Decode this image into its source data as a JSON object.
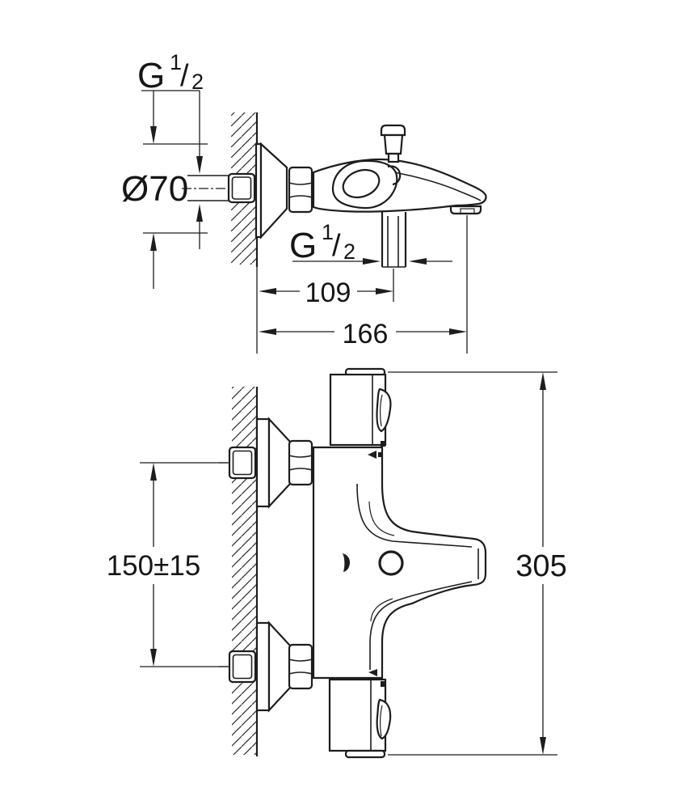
{
  "colors": {
    "line": "#1d1d1d",
    "background": "#ffffff"
  },
  "dimensions": {
    "wall_thread": {
      "prefix": "G",
      "numerator": "1",
      "slash": "/",
      "denominator": "2"
    },
    "escutcheon_diameter": "Ø70",
    "hose_thread": {
      "prefix": "G",
      "numerator": "1",
      "slash": "/",
      "denominator": "2"
    },
    "wall_to_hose_outlet": "109",
    "wall_to_spout_end": "166",
    "connection_centers": "150±15",
    "overall_height": "305"
  }
}
